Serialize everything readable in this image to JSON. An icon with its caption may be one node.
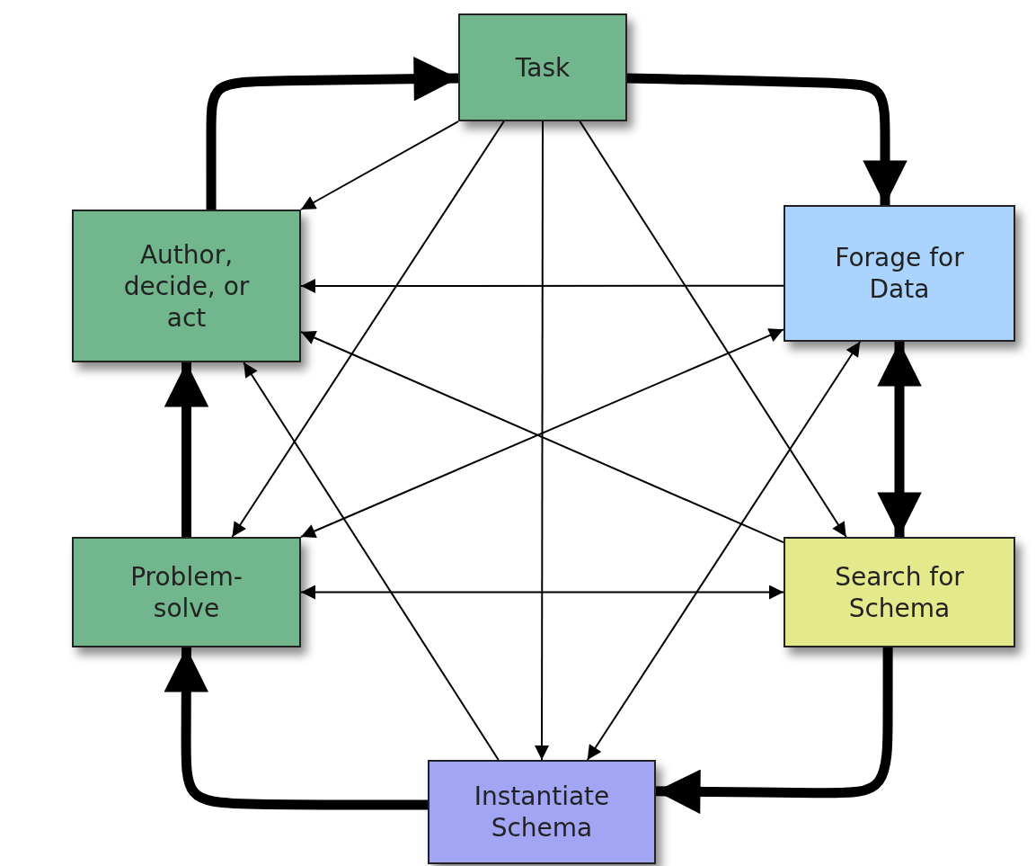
{
  "diagram": {
    "nodes": [
      {
        "text": [
          "Task"
        ]
      },
      {
        "text": [
          "Author, decide, or act"
        ]
      },
      {
        "text": [
          "Forage for Data"
        ]
      },
      {
        "text": [
          "Problem-solve"
        ]
      },
      {
        "text": [
          "Search for Schema"
        ]
      },
      {
        "text": [
          "Instantiate Schema"
        ]
      }
    ],
    "edges": [
      {
        "from": 1,
        "to": 0,
        "arrow": "to",
        "style": "thick"
      },
      {
        "from": 0,
        "to": 2,
        "arrow": "to",
        "style": "thick"
      },
      {
        "from": 2,
        "to": 4,
        "arrow": "both",
        "style": "thick"
      },
      {
        "from": 4,
        "to": 5,
        "arrow": "to",
        "style": "thick"
      },
      {
        "from": 5,
        "to": 3,
        "arrow": "to",
        "style": "thick"
      },
      {
        "from": 3,
        "to": 1,
        "arrow": "to",
        "style": "thick"
      },
      {
        "from": 0,
        "to": 1,
        "arrow": "to"
      },
      {
        "from": 0,
        "to": 3,
        "arrow": "to"
      },
      {
        "from": 0,
        "to": 5,
        "arrow": "to"
      },
      {
        "from": 0,
        "to": 4,
        "arrow": "to"
      },
      {
        "from": 2,
        "to": 1,
        "arrow": "to"
      },
      {
        "from": 2,
        "to": 3,
        "arrow": "both"
      },
      {
        "from": 4,
        "to": 1,
        "arrow": "to"
      },
      {
        "from": 3,
        "to": 4,
        "arrow": "both"
      },
      {
        "from": 5,
        "to": 1,
        "arrow": "to"
      },
      {
        "from": 5,
        "to": 2,
        "arrow": "both"
      }
    ]
  }
}
